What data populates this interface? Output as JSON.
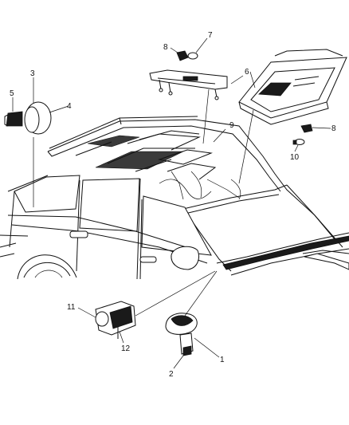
{
  "callouts": {
    "c1": "1",
    "c2": "2",
    "c3": "3",
    "c4": "4",
    "c5": "5",
    "c6": "6",
    "c7": "7",
    "c8a": "8",
    "c8b": "8",
    "c9": "9",
    "c10": "10",
    "c11": "11",
    "c12": "12"
  }
}
